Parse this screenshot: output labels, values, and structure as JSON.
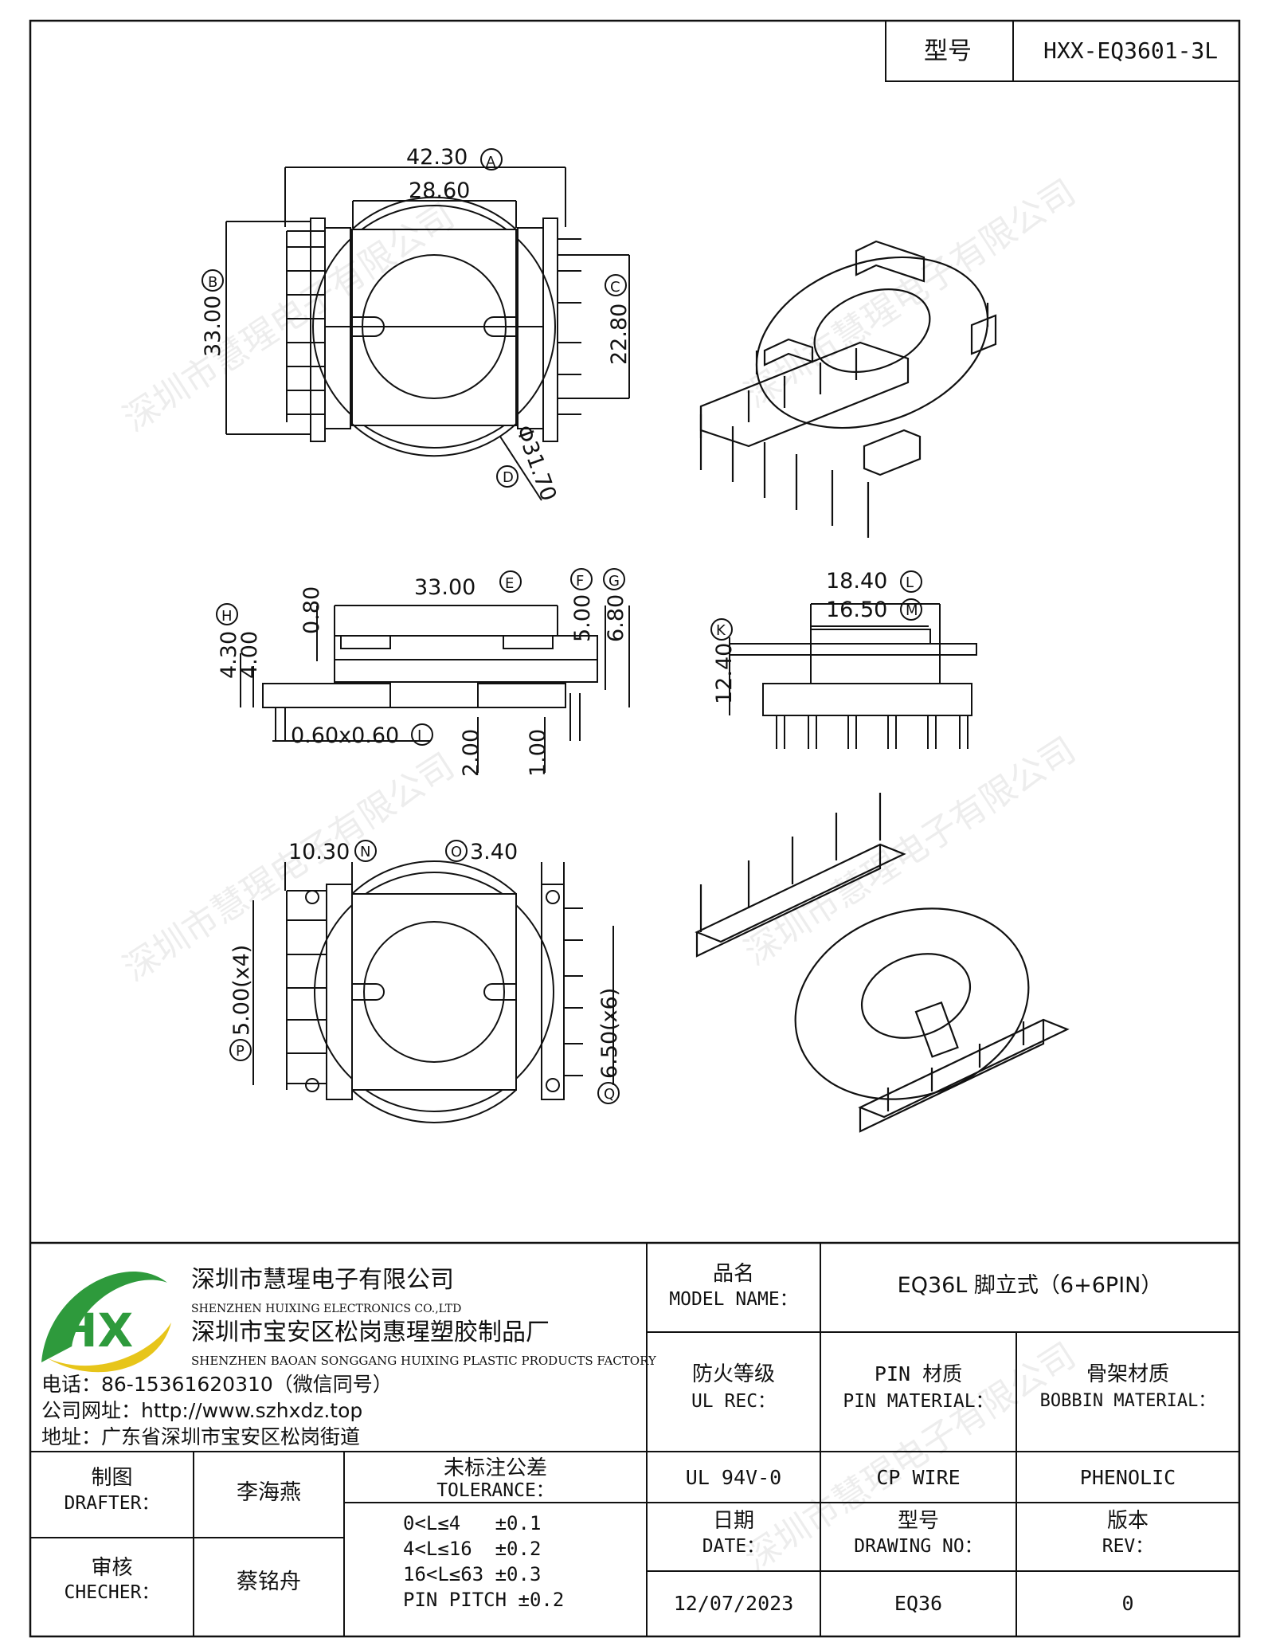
{
  "header": {
    "model_label": "型号",
    "model_value": "HXX-EQ3601-3L"
  },
  "dimensions": {
    "top": {
      "A": "42.30",
      "A_tag": "A",
      "w2": "28.60",
      "B": "33.00",
      "B_tag": "B",
      "C": "22.80",
      "C_tag": "C",
      "D": "Φ31.70",
      "D_tag": "D"
    },
    "side": {
      "E": "33.00",
      "E_tag": "E",
      "F": "5.00",
      "F_tag": "F",
      "G": "6.80",
      "G_tag": "G",
      "H": "4.30",
      "H_tag": "H",
      "h2": "4.00",
      "h3": "0.80",
      "I": "0.60x0.60",
      "I_tag": "I",
      "p1": "2.00",
      "p2": "1.00"
    },
    "end": {
      "L": "18.40",
      "L_tag": "L",
      "M": "16.50",
      "M_tag": "M",
      "K": "12.40",
      "K_tag": "K"
    },
    "bottom": {
      "N": "10.30",
      "N_tag": "N",
      "O": "3.40",
      "O_tag": "O",
      "P": "5.00(x4)",
      "P_tag": "P",
      "Q": "6.50(x6)",
      "Q_tag": "Q"
    }
  },
  "watermark": "深圳市慧瑆电子有限公司",
  "company": {
    "logo_letters": "HX",
    "name_cn": "深圳市慧瑆电子有限公司",
    "name_en": "SHENZHEN HUIXING ELECTRONICS CO.,LTD",
    "factory_cn": "深圳市宝安区松岗惠瑆塑胶制品厂",
    "factory_en": "SHENZHEN BAOAN SONGGANG HUIXING PLASTIC PRODUCTS FACTORY",
    "phone": "电话：86-15361620310（微信同号）",
    "website": "公司网址：http://www.szhxdz.top",
    "address": "地址：广东省深圳市宝安区松岗街道"
  },
  "title_block": {
    "model_name_cn": "品名",
    "model_name_en": "MODEL NAME：",
    "model_name_value": "EQ36L 脚立式（6+6PIN）",
    "ul_cn": "防火等级",
    "ul_en": "UL REC：",
    "pin_cn": "PIN 材质",
    "pin_en": "PIN MATERIAL：",
    "bobbin_cn": "骨架材质",
    "bobbin_en": "BOBBIN MATERIAL：",
    "ul_value": "UL 94V-0",
    "pin_value": "CP WIRE",
    "bobbin_value": "PHENOLIC",
    "drafter_cn": "制图",
    "drafter_en": "DRAFTER：",
    "drafter_value": "李海燕",
    "checker_cn": "审核",
    "checker_en": "CHECHER：",
    "checker_value": "蔡铭舟",
    "tolerance_cn": "未标注公差",
    "tolerance_en": "TOLERANCE：",
    "tolerances": [
      "0<L≤4   ±0.1",
      "4<L≤16  ±0.2",
      "16<L≤63 ±0.3",
      "PIN PITCH ±0.2"
    ],
    "date_cn": "日期",
    "date_en": "DATE：",
    "date_value": "12/07/2023",
    "drawing_cn": "型号",
    "drawing_en": "DRAWING NO：",
    "drawing_value": "EQ36",
    "rev_cn": "版本",
    "rev_en": "REV：",
    "rev_value": "0"
  },
  "colors": {
    "logo_green": "#2e9a3c",
    "logo_yellow": "#e7c51a",
    "line": "#111111"
  }
}
